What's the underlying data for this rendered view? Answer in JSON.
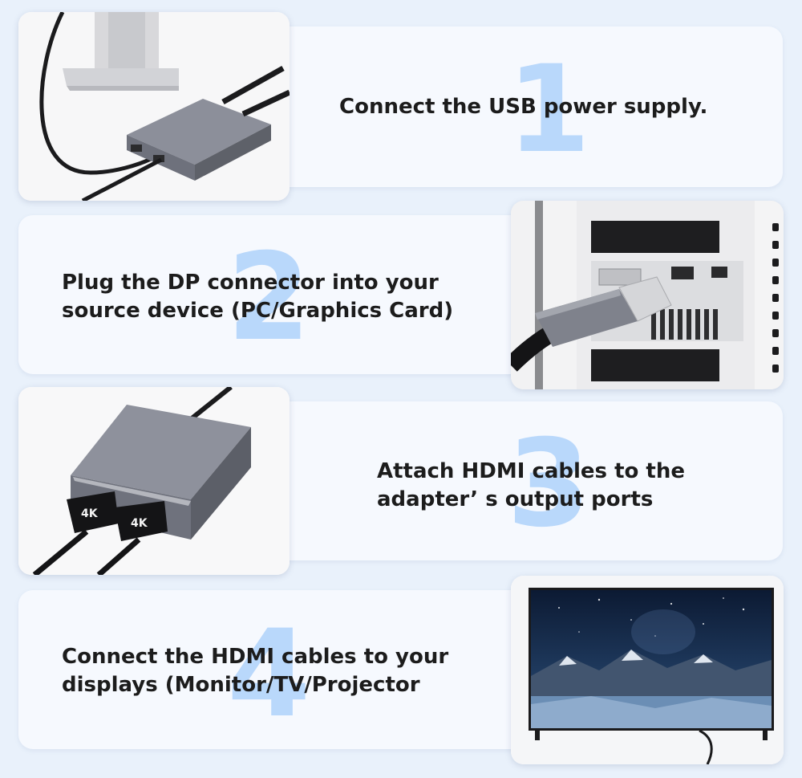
{
  "steps": [
    {
      "number": "1",
      "lines": [
        "Connect the USB power supply."
      ],
      "image": "usb-power-photo"
    },
    {
      "number": "2",
      "lines": [
        "Plug the DP connector into your",
        "source device (PC/Graphics Card)"
      ],
      "image": "dp-connector-photo"
    },
    {
      "number": "3",
      "lines": [
        "Attach HDMI cables to the",
        "adapter’ s output ports"
      ],
      "image": "hdmi-adapter-photo"
    },
    {
      "number": "4",
      "lines": [
        "Connect the HDMI cables to your",
        "displays (Monitor/TV/Projector"
      ],
      "image": "tv-display-photo"
    }
  ],
  "port_labels": [
    "4K",
    "4K"
  ],
  "colors": {
    "background": "#e9f1fb",
    "card": "#f6f9fe",
    "step_number": "#b9d8fb",
    "text": "#1c1c1c",
    "adapter_gray": "#7a7d88"
  }
}
